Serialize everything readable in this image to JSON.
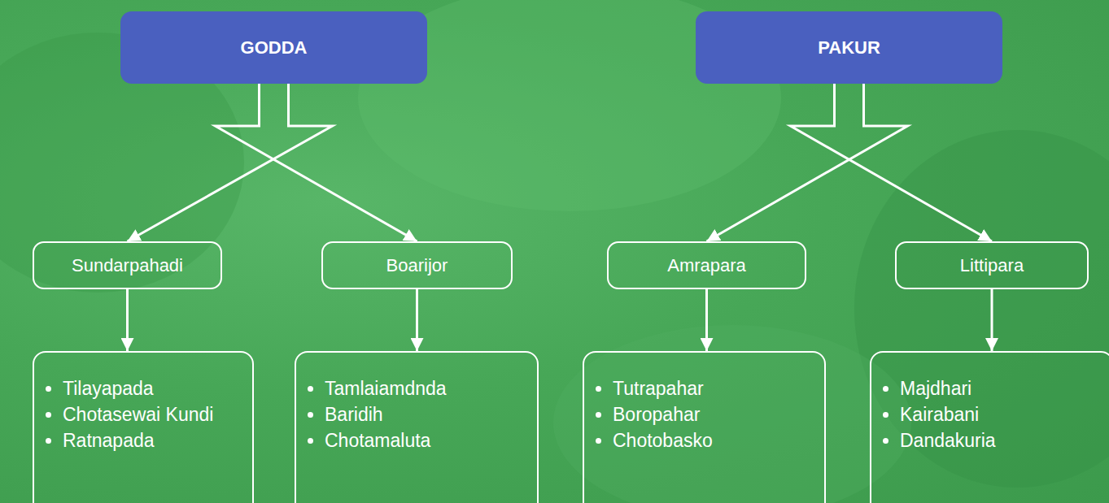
{
  "diagram": {
    "nodes": [
      {
        "text": [
          "GODDA"
        ]
      },
      {
        "text": [
          "PAKUR"
        ]
      },
      {
        "text": [
          "Sundarpahadi"
        ]
      },
      {
        "text": [
          "Boarijor"
        ]
      },
      {
        "text": [
          "Amrapara"
        ]
      },
      {
        "text": [
          "Littipara"
        ]
      },
      {
        "text": [
          "Tilayapada",
          "Chotasewai Kundi",
          "Ratnapada"
        ]
      },
      {
        "text": [
          "Tamlaiamdnda",
          "Baridih",
          "Chotamaluta"
        ]
      },
      {
        "text": [
          "Tutrapahar",
          "Boropahar",
          "Chotobasko"
        ]
      },
      {
        "text": [
          "Majdhari",
          "Kairabani",
          "Dandakuria"
        ]
      }
    ],
    "edges": [
      {
        "from": 0,
        "to": 2,
        "arrow": "to"
      },
      {
        "from": 0,
        "to": 3,
        "arrow": "to"
      },
      {
        "from": 1,
        "to": 4,
        "arrow": "to"
      },
      {
        "from": 1,
        "to": 5,
        "arrow": "to"
      },
      {
        "from": 2,
        "to": 6,
        "arrow": "to"
      },
      {
        "from": 3,
        "to": 7,
        "arrow": "to"
      },
      {
        "from": 4,
        "to": 8,
        "arrow": "to"
      },
      {
        "from": 5,
        "to": 9,
        "arrow": "to"
      }
    ]
  }
}
